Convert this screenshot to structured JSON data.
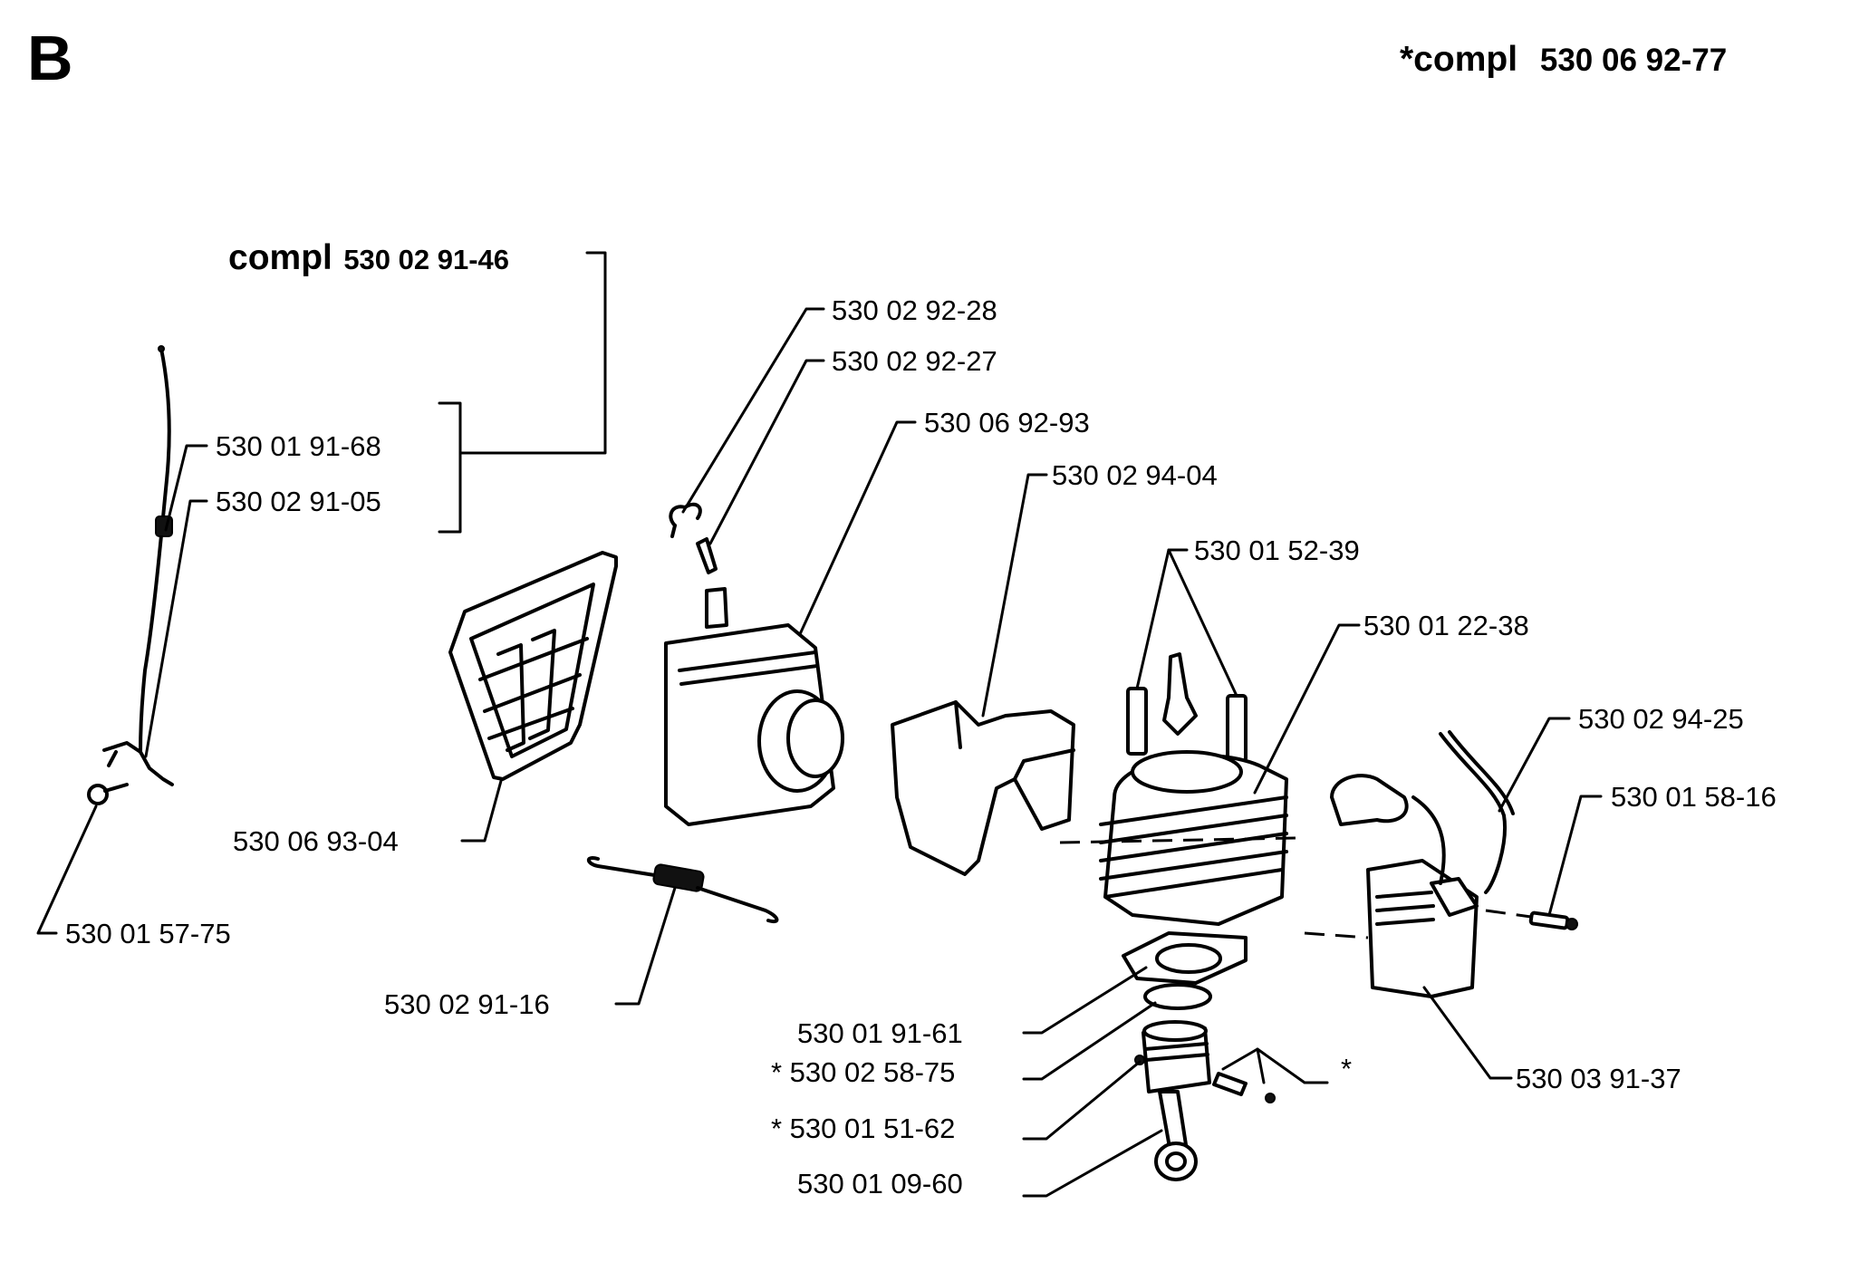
{
  "section_letter": "B",
  "header_kit": {
    "prefix": "*compl",
    "number": "530 06 92-77"
  },
  "kit_bracket": {
    "prefix": "compl",
    "number": "530 02 91-46"
  },
  "part_numbers": {
    "p_530019168": "530 01 91-68",
    "p_530029105": "530 02 91-05",
    "p_530015775": "530 01 57-75",
    "p_530069304": "530 06 93-04",
    "p_530029228": "530 02 92-28",
    "p_530029227": "530 02 92-27",
    "p_530069293": "530 06 92-93",
    "p_530029404": "530 02 94-04",
    "p_530015239": "530 01 52-39",
    "p_530012238": "530 01 22-38",
    "p_530029425": "530 02 94-25",
    "p_530015816": "530 01 58-16",
    "p_530029116": "530 02 91-16",
    "p_530019161": "530 01 91-61",
    "p_530025875": "* 530 02 58-75",
    "p_530015162": "* 530 01 51-62",
    "p_530010960": "530 01 09-60",
    "p_530039137": "530 03 91-37"
  },
  "asterisk_mark": "*"
}
